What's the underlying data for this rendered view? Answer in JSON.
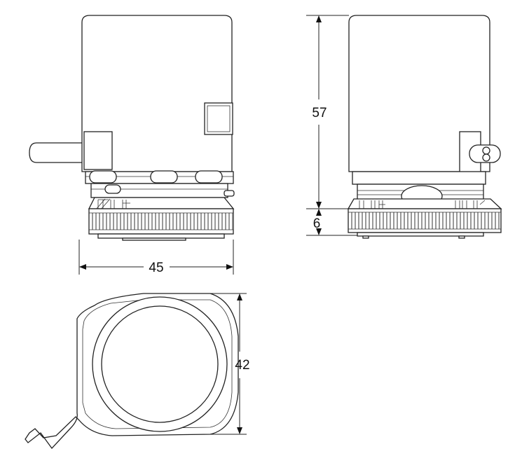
{
  "dimensions": {
    "width": "45",
    "height_body": "57",
    "height_base": "6",
    "depth": "42"
  },
  "colors": {
    "line": "#222222",
    "background": "#ffffff"
  }
}
